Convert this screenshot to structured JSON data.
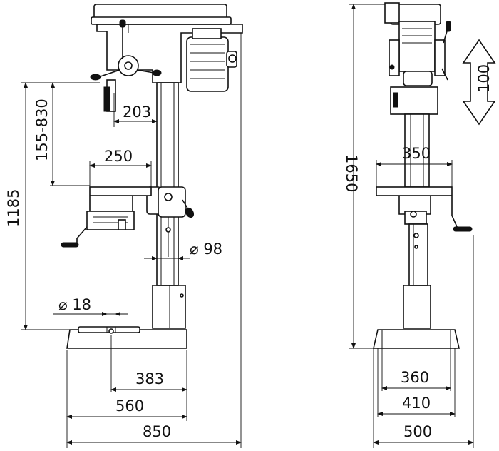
{
  "dimensions": {
    "spindle_to_column": "203",
    "spindle_travel": "155-830",
    "table_size": "250",
    "column_diameter": "⌀ 98",
    "total_height": "1185",
    "slot_width": "⌀ 18",
    "base_slot_spacing": "383",
    "base_depth": "560",
    "overall_depth": "850",
    "overall_height": "1650",
    "table_width": "350",
    "base_slot_width": "360",
    "base_width": "410",
    "overall_width": "500",
    "head_travel": "100"
  }
}
